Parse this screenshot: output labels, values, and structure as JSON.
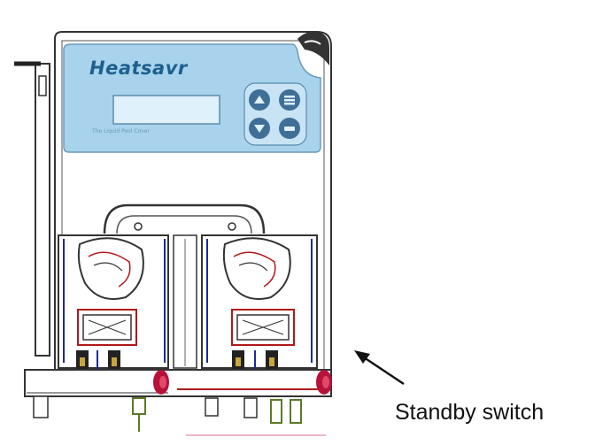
{
  "device": {
    "brand": "Heatsavr",
    "tagline": "The Liquid Pool Cover",
    "panel_color": "#a9d3ec",
    "display_color": "#dff1fb",
    "button_color": "#3f6f96"
  },
  "callout": {
    "label": "Standby switch"
  },
  "controls": {
    "buttons": [
      "up-icon",
      "menu-icon",
      "down-icon",
      "enter-icon"
    ]
  }
}
